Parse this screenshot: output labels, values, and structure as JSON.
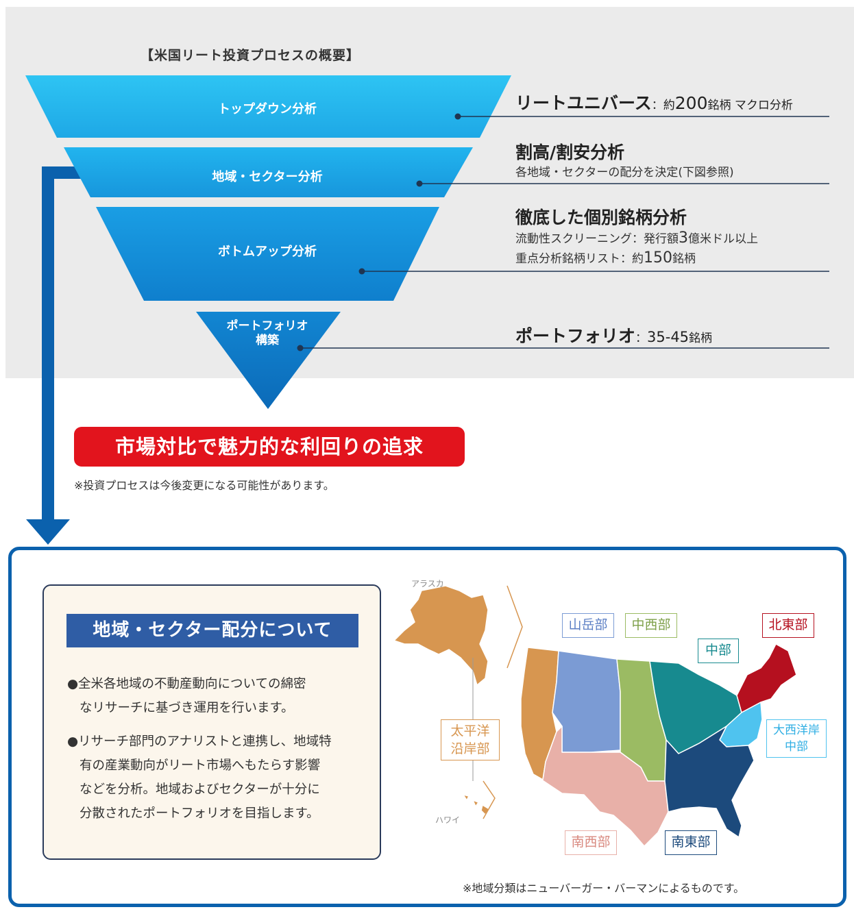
{
  "process": {
    "title": "【米国リート投資プロセスの概要】",
    "tiers": [
      {
        "label": "トップダウン分析"
      },
      {
        "label": "地域・セクター分析"
      },
      {
        "label": "ボトムアップ分析"
      },
      {
        "label_line1": "ポートフォリオ",
        "label_line2": "構築"
      }
    ],
    "descriptions": {
      "universe": {
        "head": "リートユニバース",
        "sep": "：約",
        "num": "200",
        "unit": "銘柄 マクロ分析"
      },
      "valuation": {
        "head": "割高/割安分析",
        "line": "各地域・セクターの配分を決定(下図参照)"
      },
      "stock": {
        "head": "徹底した個別銘柄分析",
        "line1_a": "流動性スクリーニング：発行額",
        "line1_num": "3",
        "line1_b": "億米ドル以上",
        "line2_a": "重点分析銘柄リスト：約",
        "line2_num": "150",
        "line2_b": "銘柄"
      },
      "portfolio": {
        "head": "ポートフォリオ",
        "sep": "：",
        "num": "35-45",
        "unit": "銘柄"
      }
    },
    "goal": "市場対比で魅力的な利回りの追求",
    "note": "※投資プロセスは今後変更になる可能性があります。"
  },
  "allocation": {
    "title": "地域・セクター配分について",
    "bullet1_first": "全米各地域の不動産動向についての綿密",
    "bullet1_rest": "なリサーチに基づき運用を行います。",
    "bullet2_first": "リサーチ部門のアナリストと連携し、地域特",
    "bullet2_rest1": "有の産業動向がリート市場へもたらす影響",
    "bullet2_rest2": "などを分析。地域およびセクターが十分に",
    "bullet2_rest3": "分散されたポートフォリオを目指します。",
    "bullet_mark": "●"
  },
  "map": {
    "alaska": "アラスカ",
    "hawaii": "ハワイ",
    "regions": {
      "mountain": {
        "label": "山岳部",
        "color": "#7b9bd4"
      },
      "midwest": {
        "label": "中西部",
        "color": "#9bbb63"
      },
      "central": {
        "label": "中部",
        "color": "#178a8f"
      },
      "northeast": {
        "label": "北東部",
        "color": "#b5101f"
      },
      "pacific": {
        "line1": "太平洋",
        "line2": "沿岸部",
        "color": "#d79650"
      },
      "mid_atlantic": {
        "line1": "大西洋岸",
        "line2": "中部",
        "color": "#4fc3ef"
      },
      "southwest": {
        "label": "南西部",
        "color": "#e8b0a8"
      },
      "southeast": {
        "label": "南東部",
        "color": "#1c4a7c"
      }
    },
    "note": "※地域分類はニューバーガー・バーマンによるものです。"
  }
}
